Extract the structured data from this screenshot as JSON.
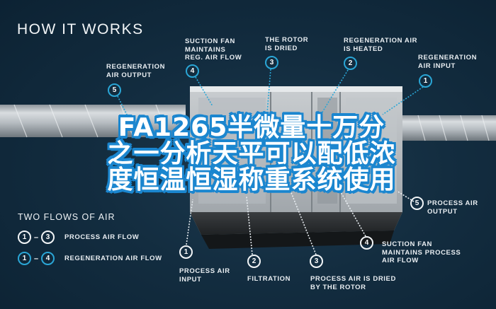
{
  "header": {
    "title": "HOW IT WORKS"
  },
  "overlay_title": "FA1265半微量十万分\n之一分析天平可以配低浓\n度恒温恒湿称重系统使用",
  "colors": {
    "background": "#0f2536",
    "regeneration_accent": "#2aa6d6",
    "process_accent": "#f2f5f7",
    "overlay_stroke": "#1b86cf"
  },
  "regeneration_callouts": [
    {
      "number": "5",
      "label": "REGENERATION\nAIR OUTPUT"
    },
    {
      "number": "4",
      "label": "SUCTION FAN\nMAINTAINS\nREG. AIR FLOW"
    },
    {
      "number": "3",
      "label": "THE ROTOR\nIS DRIED"
    },
    {
      "number": "2",
      "label": "REGENERATION AIR\nIS HEATED"
    },
    {
      "number": "1",
      "label": "REGENERATION\nAIR INPUT"
    }
  ],
  "process_callouts": [
    {
      "number": "1",
      "label": "PROCESS AIR\nINPUT"
    },
    {
      "number": "2",
      "label": "FILTRATION"
    },
    {
      "number": "3",
      "label": "PROCESS AIR IS DRIED\nBY THE ROTOR"
    },
    {
      "number": "4",
      "label": "SUCTION FAN\nMAINTAINS PROCESS\nAIR FLOW"
    },
    {
      "number": "5",
      "label": "PROCESS AIR\nOUTPUT"
    }
  ],
  "legend": {
    "title": "TWO FLOWS OF AIR",
    "rows": [
      {
        "from": "1",
        "to": "3",
        "label": "PROCESS AIR FLOW",
        "style": "white"
      },
      {
        "from": "1",
        "to": "4",
        "label": "REGENERATION AIR FLOW",
        "style": "blue"
      }
    ]
  }
}
